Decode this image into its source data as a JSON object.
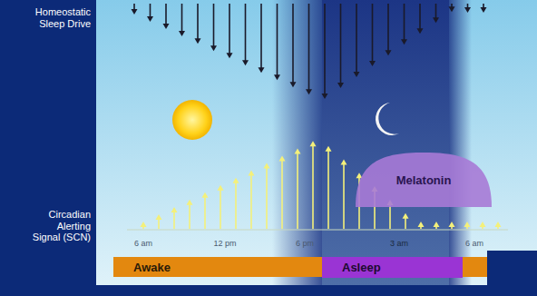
{
  "diagram": {
    "nodes": [
      {
        "text": [
          "Melatonin"
        ]
      },
      {
        "text": [
          "Awake"
        ]
      },
      {
        "text": [
          "Asleep"
        ]
      }
    ],
    "labels": [
      "Homeostatic Sleep Drive",
      "Circadian Alerting Signal (SCN)",
      "6 am",
      "12 pm",
      "6 pm",
      "3 am",
      "6 am"
    ]
  }
}
